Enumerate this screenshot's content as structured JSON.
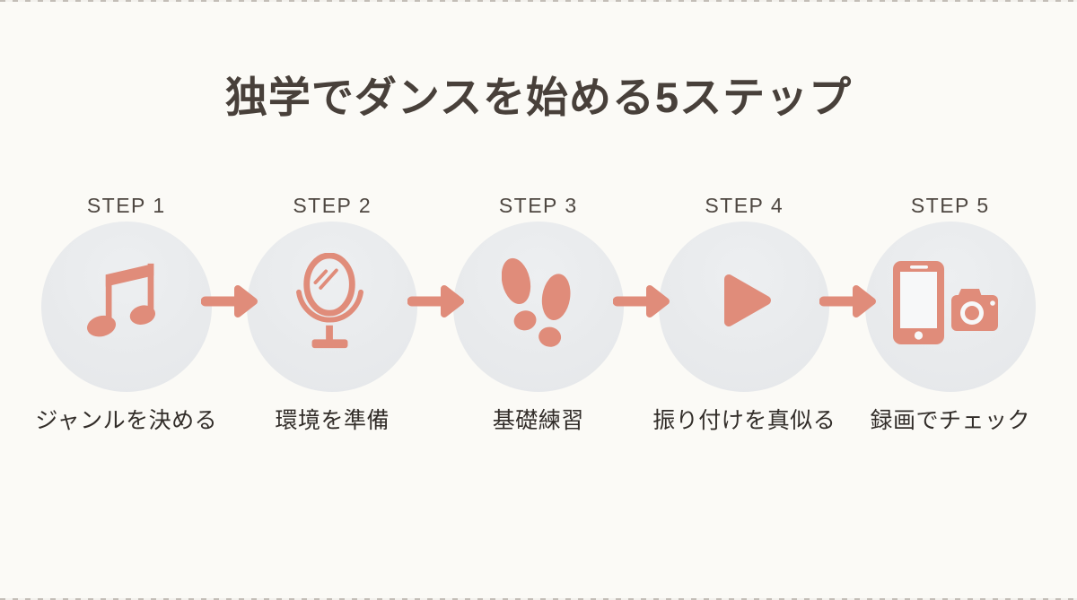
{
  "title": "独学でダンスを始める5ステップ",
  "colors": {
    "background": "#FBFAF6",
    "accent_coral": "#E08C7A",
    "circle_fill": "#E8EAEC",
    "title_text": "#48403A",
    "step_label_text": "#4E4741",
    "caption_text": "#322D29"
  },
  "steps": [
    {
      "label": "STEP 1",
      "caption": "ジャンルを決める",
      "icon": "music-note-icon"
    },
    {
      "label": "STEP 2",
      "caption": "環境を準備",
      "icon": "mirror-icon"
    },
    {
      "label": "STEP 3",
      "caption": "基礎練習",
      "icon": "footprints-icon"
    },
    {
      "label": "STEP 4",
      "caption": "振り付けを真似る",
      "icon": "play-icon"
    },
    {
      "label": "STEP 5",
      "caption": "録画でチェック",
      "icon": "phone-camera-icon"
    }
  ],
  "flow": {
    "arrow_icon": "arrow-right-icon",
    "arrow_count": 4
  }
}
